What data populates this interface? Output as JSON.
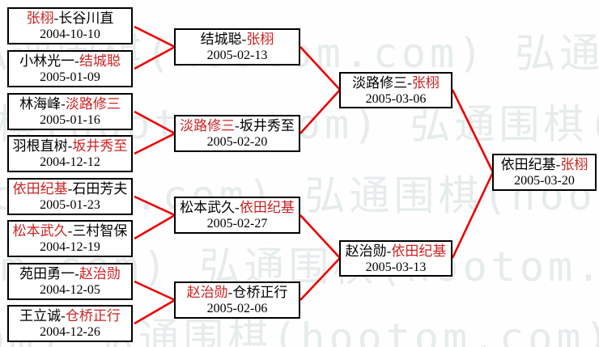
{
  "watermark": {
    "text": "弘通围棋(hootom.com)"
  },
  "separator": "-",
  "bracket": {
    "round1": [
      {
        "p1": "张栩",
        "p2": "长谷川直",
        "date": "2004-10-10",
        "winner": "p1"
      },
      {
        "p1": "小林光一",
        "p2": "结城聪",
        "date": "2005-01-09",
        "winner": "p2"
      },
      {
        "p1": "林海峰",
        "p2": "淡路修三",
        "date": "2005-01-16",
        "winner": "p2"
      },
      {
        "p1": "羽根直树",
        "p2": "坂井秀至",
        "date": "2004-12-12",
        "winner": "p2"
      },
      {
        "p1": "依田纪基",
        "p2": "石田芳夫",
        "date": "2005-01-23",
        "winner": "p1"
      },
      {
        "p1": "松本武久",
        "p2": "三村智保",
        "date": "2004-12-19",
        "winner": "p1"
      },
      {
        "p1": "苑田勇一",
        "p2": "赵治勋",
        "date": "2004-12-05",
        "winner": "p2"
      },
      {
        "p1": "王立诚",
        "p2": "仓桥正行",
        "date": "2004-12-26",
        "winner": "p2"
      }
    ],
    "round2": [
      {
        "p1": "结城聪",
        "p2": "张栩",
        "date": "2005-02-13",
        "winner": "p2"
      },
      {
        "p1": "淡路修三",
        "p2": "坂井秀至",
        "date": "2005-02-20",
        "winner": "p1"
      },
      {
        "p1": "松本武久",
        "p2": "依田纪基",
        "date": "2005-02-27",
        "winner": "p2"
      },
      {
        "p1": "赵治勋",
        "p2": "仓桥正行",
        "date": "2005-02-06",
        "winner": "p1"
      }
    ],
    "semifinals": [
      {
        "p1": "淡路修三",
        "p2": "张栩",
        "date": "2005-03-06",
        "winner": "p2"
      },
      {
        "p1": "赵治勋",
        "p2": "依田纪基",
        "date": "2005-03-13",
        "winner": "p2"
      }
    ],
    "final": [
      {
        "p1": "依田纪基",
        "p2": "张栩",
        "date": "2005-03-20",
        "winner": "p2"
      }
    ]
  },
  "colors": {
    "line": "#ee0000",
    "winner_text": "#cc2222",
    "border": "#000000",
    "watermark_text": "#e6ebec"
  }
}
